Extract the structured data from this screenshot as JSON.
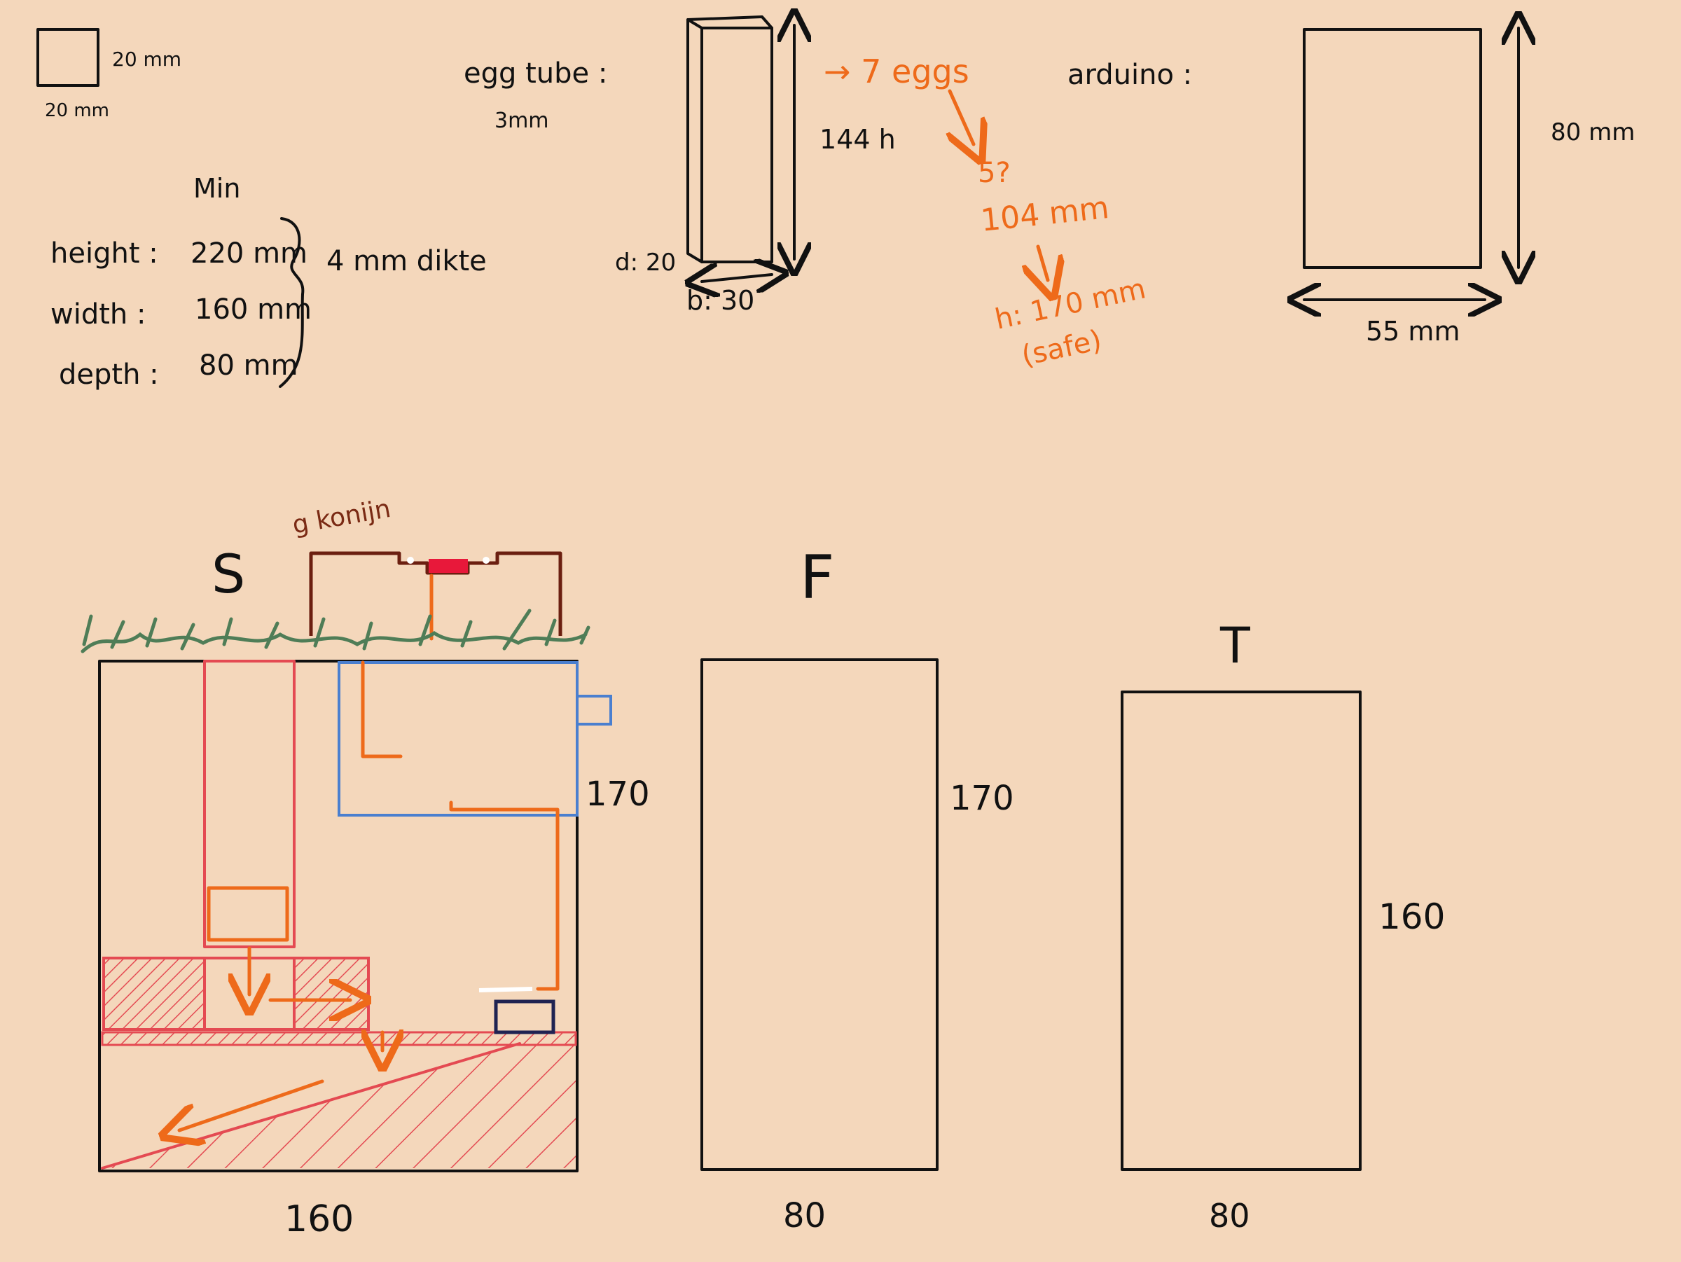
{
  "colors": {
    "background": "#f4d7bb",
    "ink": "#111111",
    "orange": "#ee6a1a",
    "red": "#e44a52",
    "blue": "#4a7fcf",
    "brown": "#6b1f10",
    "grass": "#4f7d57",
    "navy": "#1f2352",
    "switch_red": "#e8183a"
  },
  "top_left": {
    "square_side_label": "20 mm",
    "square_bottom_label": "20 mm"
  },
  "min_table": {
    "header": "Min",
    "rows": [
      {
        "label": "height :",
        "value": "220 mm"
      },
      {
        "label": "width :",
        "value": "160 mm"
      },
      {
        "label": "depth :",
        "value": "80 mm"
      }
    ],
    "brace_note": "4 mm dikte"
  },
  "egg_tube": {
    "title": "egg tube :",
    "subtitle": "3mm",
    "height_label": "144 h",
    "depth_label": "d: 20",
    "width_label": "b: 30"
  },
  "egg_notes": {
    "line1": "→ 7 eggs",
    "line2": "5?",
    "line3": "104 mm",
    "line4": "h: 170 mm",
    "line5": "(safe)"
  },
  "arduino": {
    "title": "arduino :",
    "height_label": "80 mm",
    "width_label": "55 mm"
  },
  "views": {
    "side": {
      "title": "S",
      "height_label": "170",
      "width_label": "160",
      "roof_label": "g konijn"
    },
    "front": {
      "title": "F",
      "height_label": "170",
      "width_label": "80"
    },
    "top": {
      "title": "T",
      "height_label": "160",
      "width_label": "80"
    }
  }
}
